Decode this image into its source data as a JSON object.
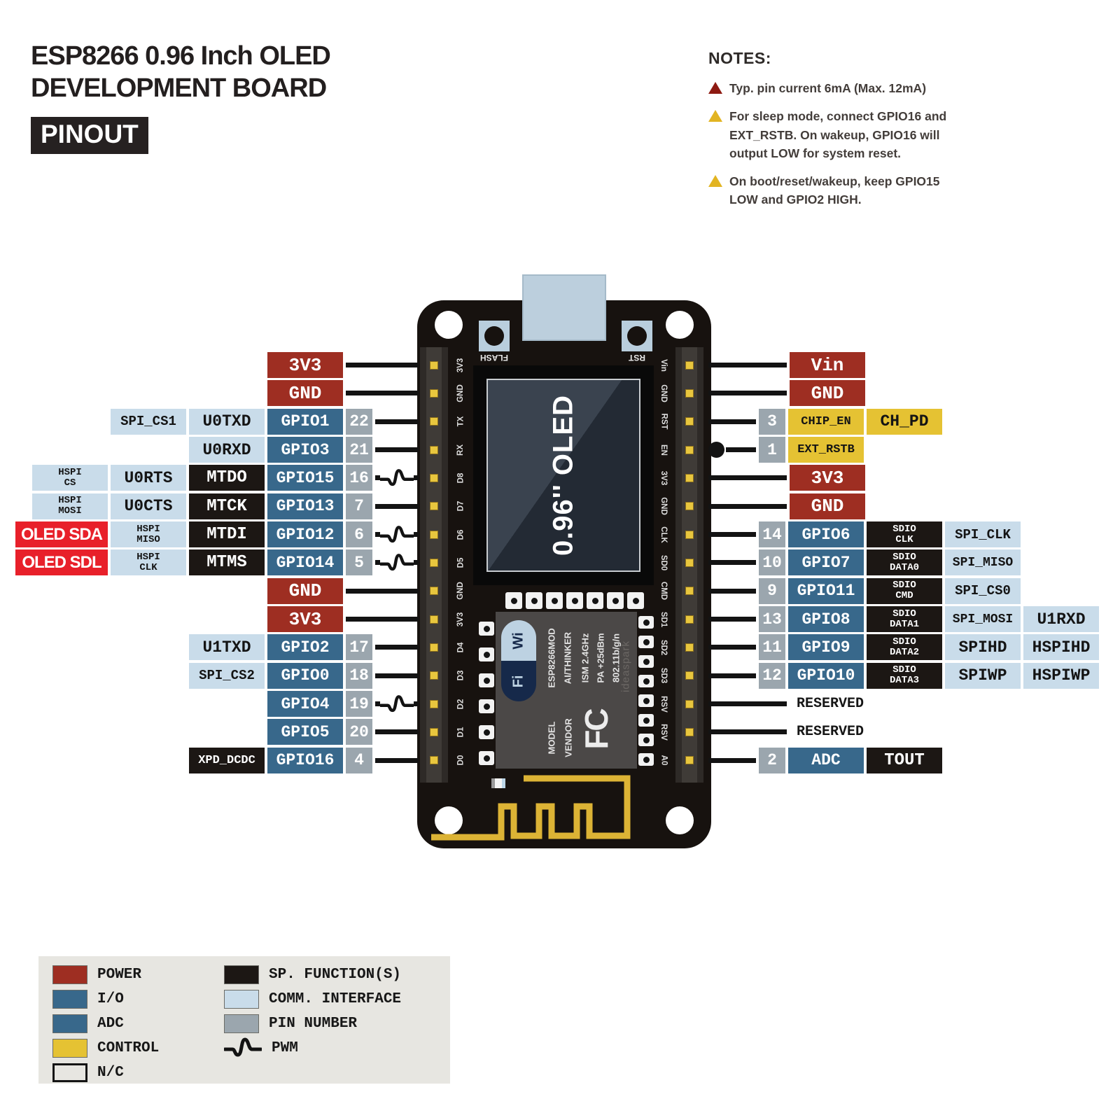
{
  "title": {
    "line1": "ESP8266 0.96 Inch OLED",
    "line2": "DEVELOPMENT BOARD",
    "badge": "PINOUT"
  },
  "notes": {
    "heading": "NOTES:",
    "items": [
      {
        "severity": "red",
        "text": "Typ. pin current 6mA (Max. 12mA)"
      },
      {
        "severity": "yellow",
        "text": "For sleep mode, connect GPIO16 and EXT_RSTB. On wakeup, GPIO16 will output LOW for system reset."
      },
      {
        "severity": "yellow",
        "text": "On boot/reset/wakeup, keep GPIO15 LOW and GPIO2 HIGH."
      }
    ]
  },
  "board": {
    "flash_button": "FLASH",
    "rst_button": "RST",
    "oled_text": "0.96'' OLED",
    "left_silk": [
      "3V3",
      "GND",
      "TX",
      "RX",
      "D8",
      "D7",
      "D6",
      "D5",
      "GND",
      "3V3",
      "D4",
      "D3",
      "D2",
      "D1",
      "D0"
    ],
    "right_silk": [
      "Vin",
      "GND",
      "RST",
      "EN",
      "3V3",
      "GND",
      "CLK",
      "SD0",
      "CMD",
      "SD1",
      "SD2",
      "SD3",
      "RSV",
      "RSV",
      "A0"
    ],
    "module": {
      "logo_top": "Wi",
      "logo_bottom": "Fi",
      "lines": [
        "ESP8266MOD",
        "AI/THINKER",
        "ISM 2.4GHz",
        "PA +25dBm",
        "802.11b/g/n"
      ],
      "lower": [
        "MODEL",
        "VENDOR"
      ],
      "cert": "FC",
      "watermark": "ideaspark"
    }
  },
  "pins": {
    "left": [
      {
        "boxes": [
          {
            "label": "3V3",
            "type": "power"
          }
        ]
      },
      {
        "boxes": [
          {
            "label": "GND",
            "type": "power"
          }
        ]
      },
      {
        "boxes": [
          {
            "label": "SPI_CS1",
            "type": "comm"
          },
          {
            "label": "U0TXD",
            "type": "comm"
          },
          {
            "label": "GPIO1",
            "type": "io"
          }
        ],
        "pin": "22"
      },
      {
        "boxes": [
          {
            "label": "U0RXD",
            "type": "comm"
          },
          {
            "label": "GPIO3",
            "type": "io"
          }
        ],
        "pin": "21"
      },
      {
        "boxes": [
          {
            "label": "HSPI CS",
            "type": "comm2"
          },
          {
            "label": "U0RTS",
            "type": "comm"
          },
          {
            "label": "MTDO",
            "type": "sp"
          },
          {
            "label": "GPIO15",
            "type": "io"
          }
        ],
        "pin": "16",
        "pwm": true
      },
      {
        "boxes": [
          {
            "label": "HSPI MOSI",
            "type": "comm2"
          },
          {
            "label": "U0CTS",
            "type": "comm"
          },
          {
            "label": "MTCK",
            "type": "sp"
          },
          {
            "label": "GPIO13",
            "type": "io"
          }
        ],
        "pin": "7"
      },
      {
        "boxes": [
          {
            "label": "OLED SDA",
            "type": "oled"
          },
          {
            "label": "HSPI MISO",
            "type": "comm2"
          },
          {
            "label": "MTDI",
            "type": "sp"
          },
          {
            "label": "GPIO12",
            "type": "io"
          }
        ],
        "pin": "6",
        "pwm": true
      },
      {
        "boxes": [
          {
            "label": "OLED SDL",
            "type": "oled"
          },
          {
            "label": "HSPI CLK",
            "type": "comm2"
          },
          {
            "label": "MTMS",
            "type": "sp"
          },
          {
            "label": "GPIO14",
            "type": "io"
          }
        ],
        "pin": "5",
        "pwm": true
      },
      {
        "boxes": [
          {
            "label": "GND",
            "type": "power"
          }
        ]
      },
      {
        "boxes": [
          {
            "label": "3V3",
            "type": "power"
          }
        ]
      },
      {
        "boxes": [
          {
            "label": "U1TXD",
            "type": "comm"
          },
          {
            "label": "GPIO2",
            "type": "io"
          }
        ],
        "pin": "17"
      },
      {
        "boxes": [
          {
            "label": "SPI_CS2",
            "type": "comm"
          },
          {
            "label": "GPIO0",
            "type": "io"
          }
        ],
        "pin": "18"
      },
      {
        "boxes": [
          {
            "label": "GPIO4",
            "type": "io"
          }
        ],
        "pin": "19",
        "pwm": true
      },
      {
        "boxes": [
          {
            "label": "GPIO5",
            "type": "io"
          }
        ],
        "pin": "20"
      },
      {
        "boxes": [
          {
            "label": "XPD_DCDC",
            "type": "sp"
          },
          {
            "label": "GPIO16",
            "type": "io"
          }
        ],
        "pin": "4"
      }
    ],
    "right": [
      {
        "boxes": [
          {
            "label": "Vin",
            "type": "power"
          }
        ]
      },
      {
        "boxes": [
          {
            "label": "GND",
            "type": "power"
          }
        ]
      },
      {
        "pin": "3",
        "boxes": [
          {
            "label": "CHIP_EN",
            "type": "ctrl"
          },
          {
            "label": "CH_PD",
            "type": "ctrl"
          }
        ]
      },
      {
        "pin": "1",
        "dot": true,
        "boxes": [
          {
            "label": "EXT_RSTB",
            "type": "ctrl"
          }
        ]
      },
      {
        "boxes": [
          {
            "label": "3V3",
            "type": "power"
          }
        ]
      },
      {
        "boxes": [
          {
            "label": "GND",
            "type": "power"
          }
        ]
      },
      {
        "pin": "14",
        "boxes": [
          {
            "label": "GPIO6",
            "type": "io"
          },
          {
            "label": "SDIO CLK",
            "type": "sp2"
          },
          {
            "label": "SPI_CLK",
            "type": "comm"
          }
        ]
      },
      {
        "pin": "10",
        "boxes": [
          {
            "label": "GPIO7",
            "type": "io"
          },
          {
            "label": "SDIO DATA0",
            "type": "sp2"
          },
          {
            "label": "SPI_MISO",
            "type": "comm"
          }
        ]
      },
      {
        "pin": "9",
        "boxes": [
          {
            "label": "GPIO11",
            "type": "io"
          },
          {
            "label": "SDIO CMD",
            "type": "sp2"
          },
          {
            "label": "SPI_CS0",
            "type": "comm"
          }
        ]
      },
      {
        "pin": "13",
        "boxes": [
          {
            "label": "GPIO8",
            "type": "io"
          },
          {
            "label": "SDIO DATA1",
            "type": "sp2"
          },
          {
            "label": "SPI_MOSI",
            "type": "comm"
          },
          {
            "label": "U1RXD",
            "type": "comm"
          }
        ]
      },
      {
        "pin": "11",
        "boxes": [
          {
            "label": "GPIO9",
            "type": "io"
          },
          {
            "label": "SDIO DATA2",
            "type": "sp2"
          },
          {
            "label": "SPIHD",
            "type": "comm"
          },
          {
            "label": "HSPIHD",
            "type": "comm"
          }
        ]
      },
      {
        "pin": "12",
        "boxes": [
          {
            "label": "GPIO10",
            "type": "io"
          },
          {
            "label": "SDIO DATA3",
            "type": "sp2"
          },
          {
            "label": "SPIWP",
            "type": "comm"
          },
          {
            "label": "HSPIWP",
            "type": "comm"
          }
        ]
      },
      {
        "text": "RESERVED"
      },
      {
        "text": "RESERVED"
      },
      {
        "pin": "2",
        "boxes": [
          {
            "label": "ADC",
            "type": "io"
          },
          {
            "label": "TOUT",
            "type": "sp"
          }
        ]
      }
    ]
  },
  "legend": {
    "col1": [
      {
        "swatch": "power",
        "label": "POWER"
      },
      {
        "swatch": "io",
        "label": "I/O"
      },
      {
        "swatch": "io",
        "label": "ADC"
      },
      {
        "swatch": "ctrl",
        "label": "CONTROL"
      },
      {
        "swatch": "nc",
        "label": "N/C"
      }
    ],
    "col2": [
      {
        "swatch": "sp",
        "label": "SP. FUNCTION(S)"
      },
      {
        "swatch": "comm",
        "label": "COMM. INTERFACE"
      },
      {
        "swatch": "pin",
        "label": "PIN NUMBER"
      },
      {
        "swatch": "pwm",
        "label": "PWM"
      }
    ]
  },
  "colors": {
    "power": "#9e2e22",
    "io": "#38688b",
    "comm": "#c9dcea",
    "sp": "#1c1714",
    "ctrl": "#e5c233",
    "pin": "#9ba6ae",
    "oled": "#e8202a",
    "nc": "#e7e6e1",
    "wire": "#131313",
    "pad": "#e8c63e"
  }
}
